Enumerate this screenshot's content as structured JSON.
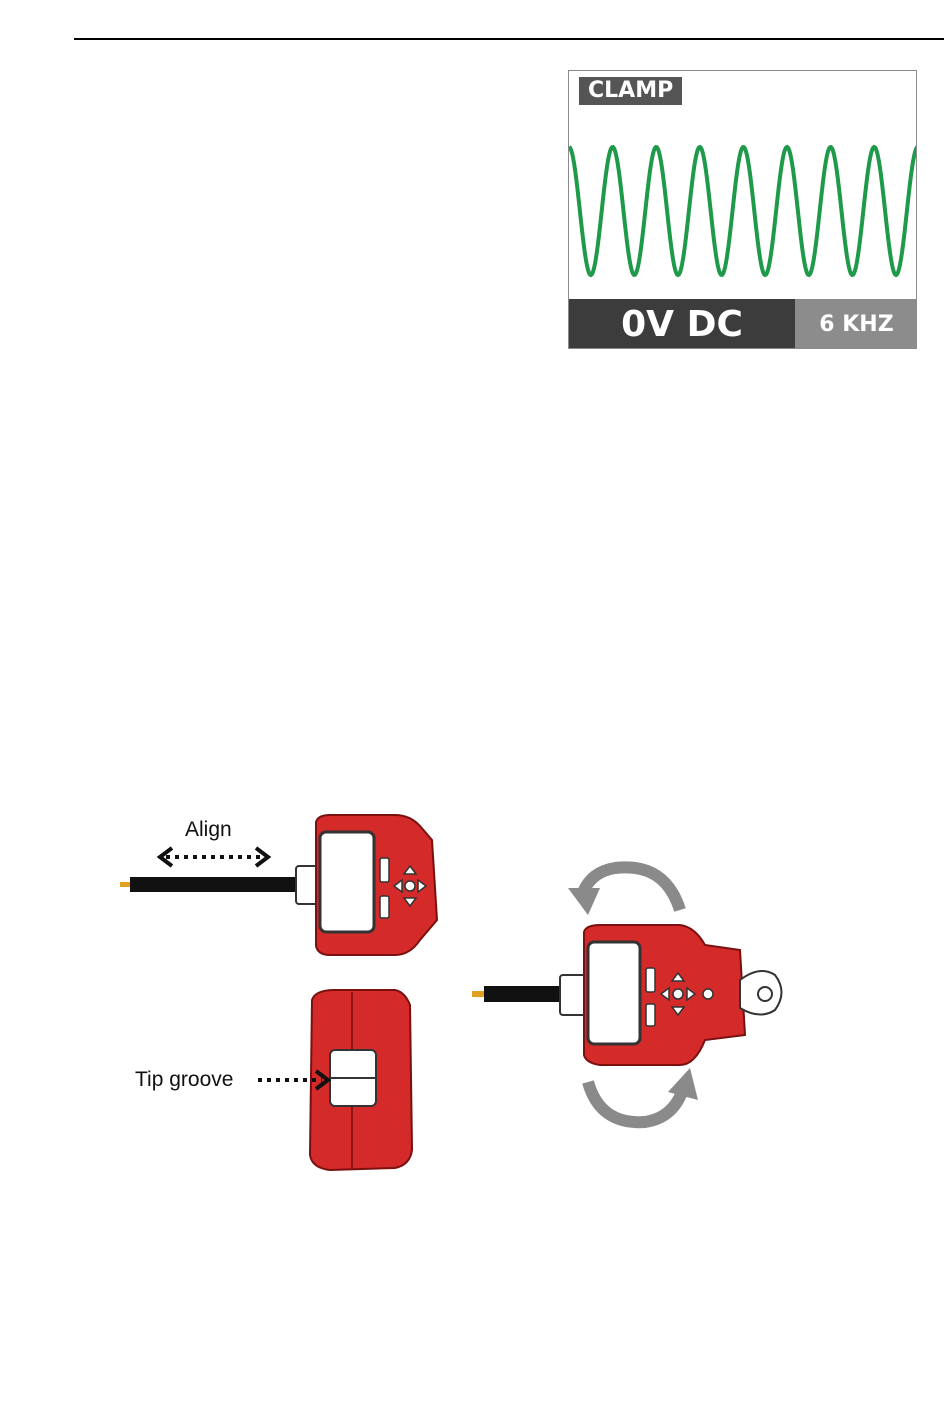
{
  "display": {
    "mode_label": "CLAMP",
    "voltage_label": "0V DC",
    "frequency_label": "6 KHZ",
    "wave_color": "#1e9a4a"
  },
  "figure": {
    "align_label": "Align",
    "tip_groove_label": "Tip groove",
    "device_color": "#d42a2a",
    "arrow_color": "#8a8a8a"
  }
}
